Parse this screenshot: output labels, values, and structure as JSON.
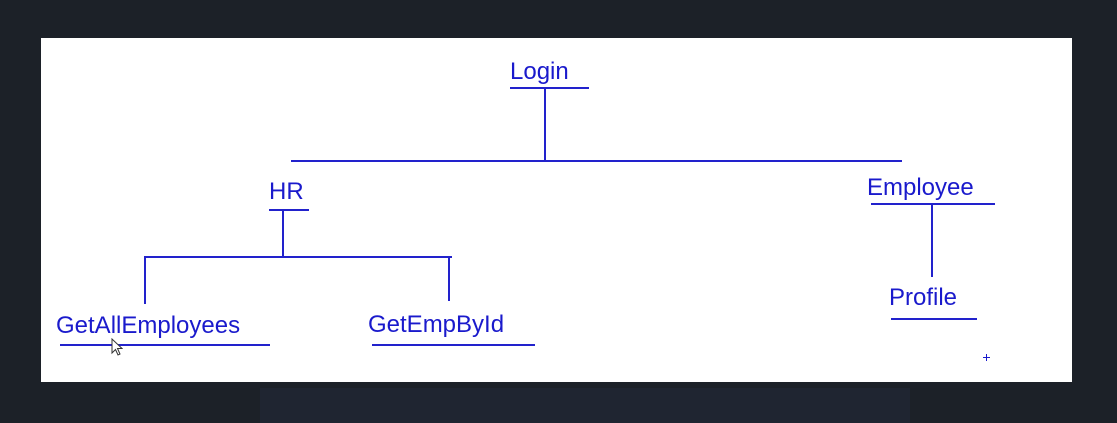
{
  "diagram": {
    "nodes": {
      "login": "Login",
      "hr": "HR",
      "employee": "Employee",
      "get_all_employees": "GetAllEmployees",
      "get_emp_by_id": "GetEmpById",
      "profile": "Profile"
    },
    "edges": [
      [
        "Login",
        "HR"
      ],
      [
        "Login",
        "Employee"
      ],
      [
        "HR",
        "GetAllEmployees"
      ],
      [
        "HR",
        "GetEmpById"
      ],
      [
        "Employee",
        "Profile"
      ]
    ],
    "colors": {
      "ink": "#1a1acc",
      "canvas": "#ffffff",
      "backdrop": "#1c2128"
    }
  }
}
